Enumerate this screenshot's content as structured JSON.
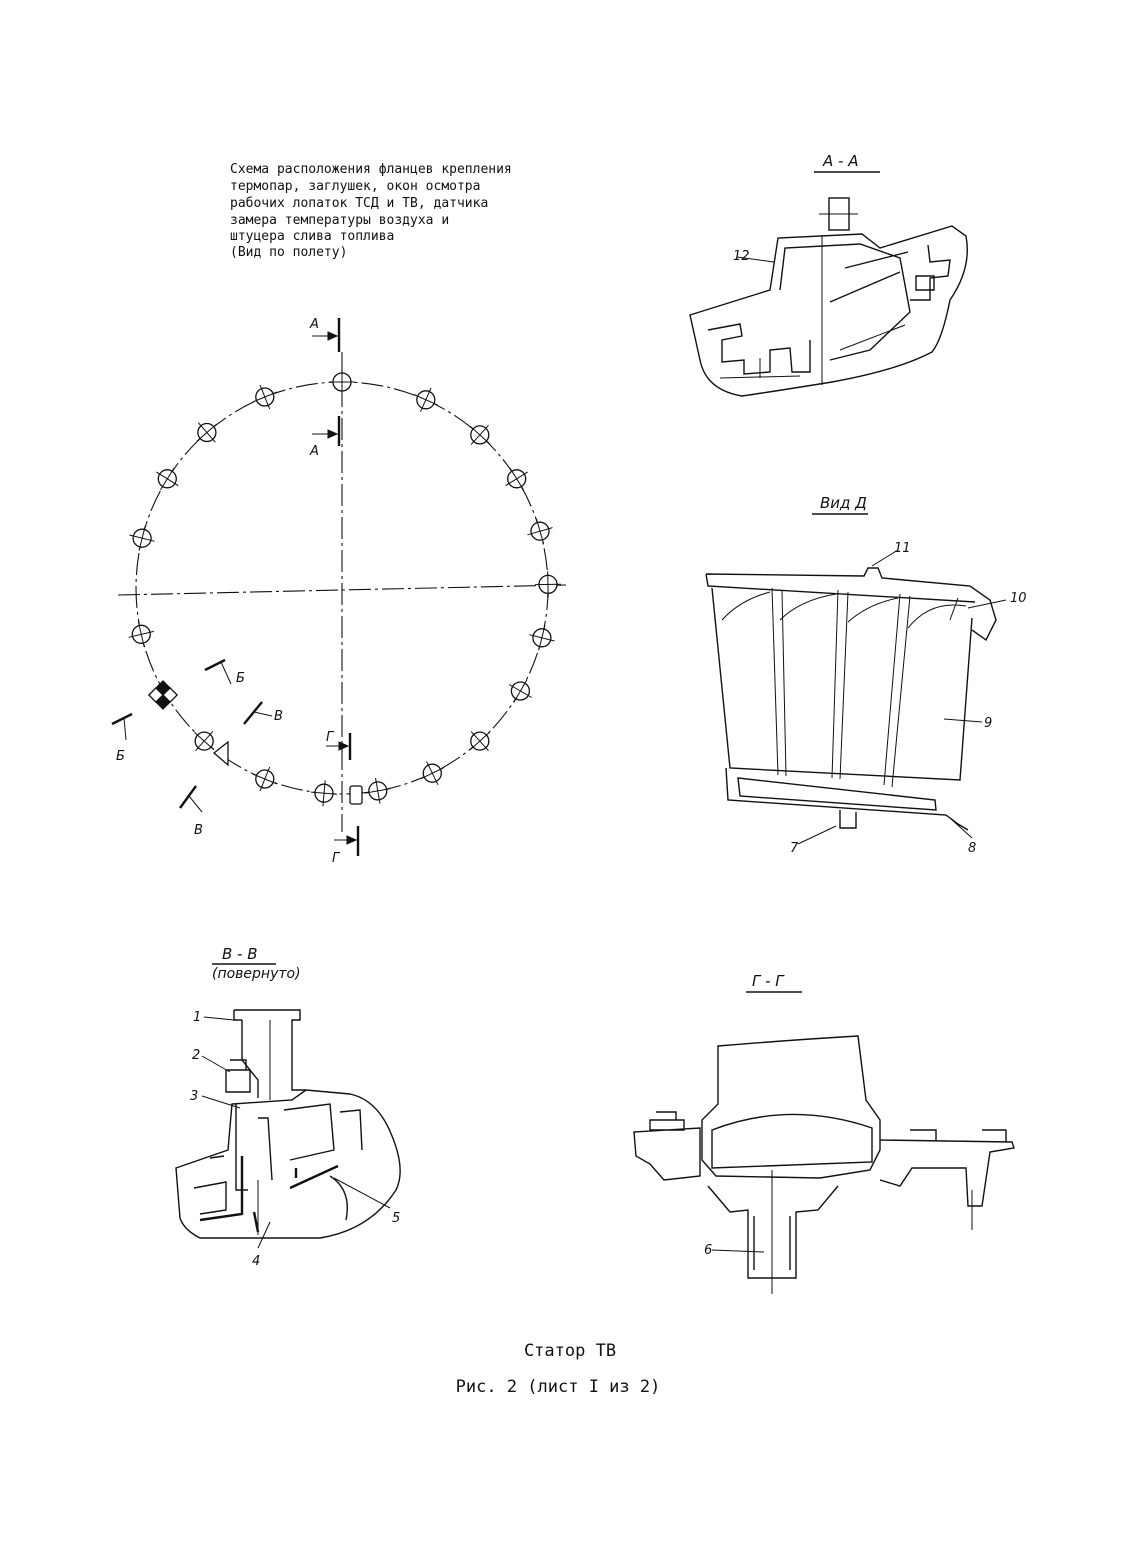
{
  "scheme": {
    "lines": [
      "Схема расположения фланцев крепления",
      "термопар, заглушек, окон осмотра",
      "рабочих лопаток ТСД и ТВ, датчика",
      "замера температуры воздуха и",
      "штуцера слива топлива",
      "(Вид по полету)"
    ],
    "markers": {
      "a_top": "А",
      "a_bottom": "А",
      "b_upper": "Б",
      "b_lower": "Б",
      "v_upper": "В",
      "v_lower": "В",
      "g_upper": "Г",
      "g_lower": "Г"
    }
  },
  "views": {
    "aa": {
      "title": "А - А",
      "callout_12": "12"
    },
    "vid_d": {
      "title": "Вид Д",
      "callout_11": "11",
      "callout_10": "10",
      "callout_9": "9",
      "callout_7": "7",
      "callout_8": "8"
    },
    "vv": {
      "title": "В - В",
      "subtitle": "(повернуто)",
      "callout_1": "1",
      "callout_2": "2",
      "callout_3": "3",
      "callout_4": "4",
      "callout_5": "5"
    },
    "gg": {
      "title": "Г - Г",
      "callout_6": "6"
    }
  },
  "caption": {
    "title": "Статор ТВ",
    "figure": "Рис. 2 (лист I из 2)"
  }
}
